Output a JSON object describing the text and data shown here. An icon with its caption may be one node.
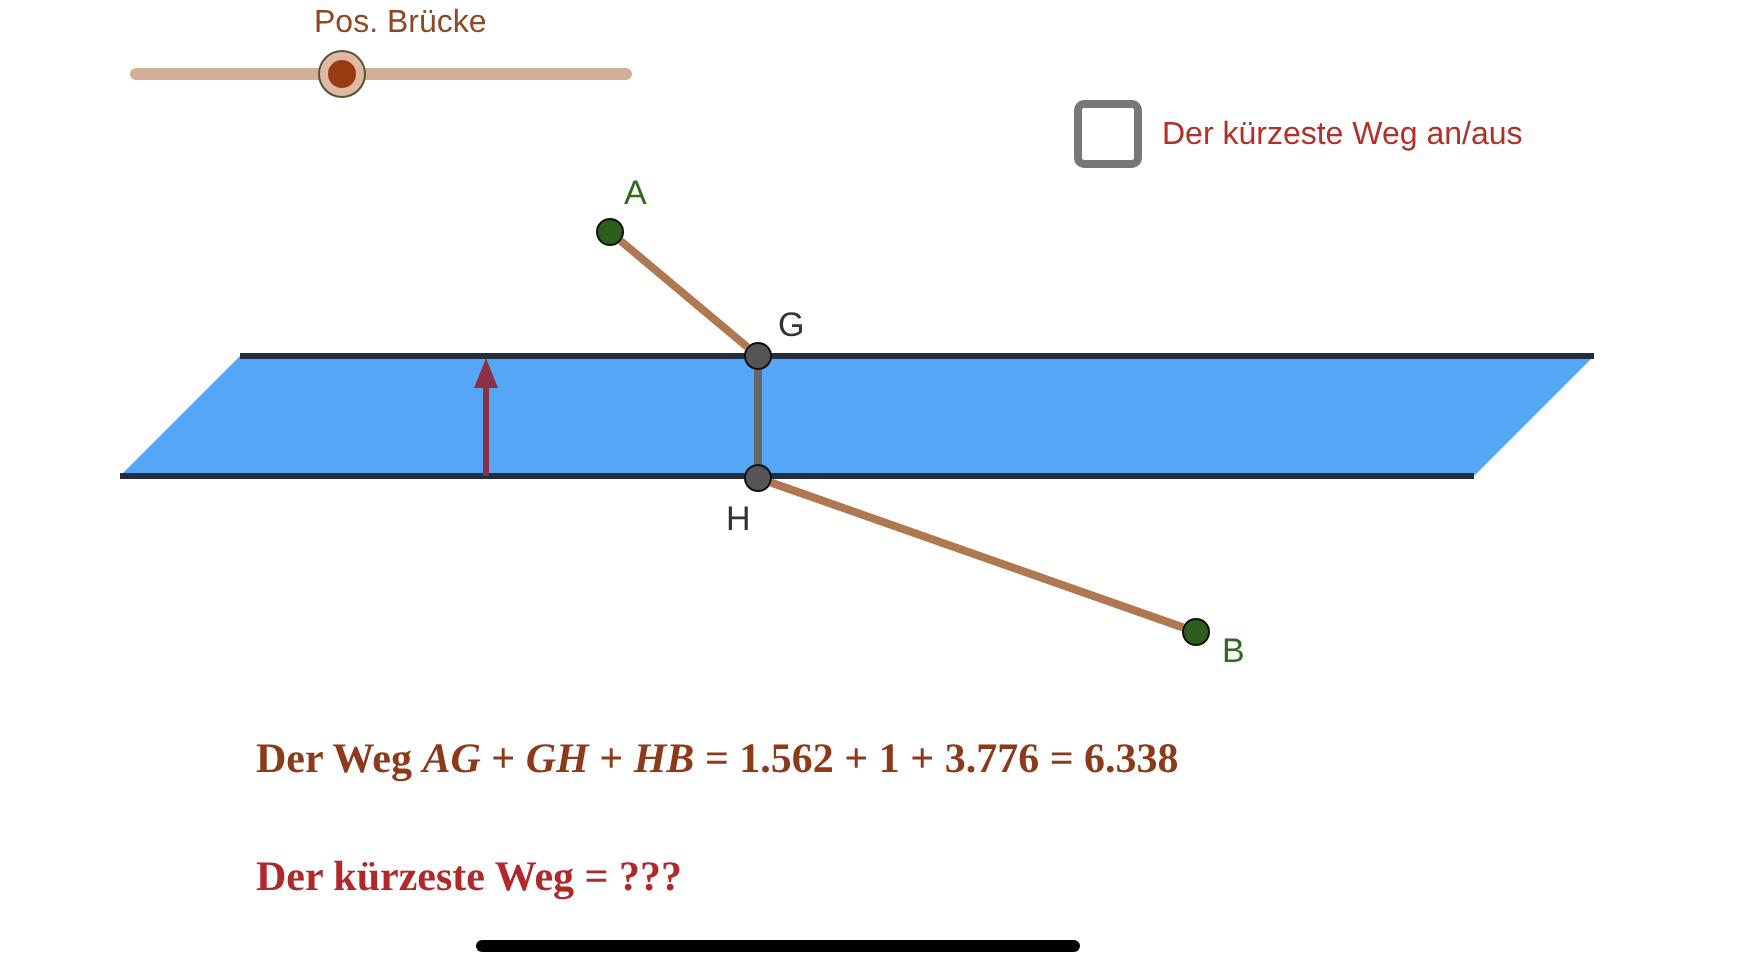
{
  "diagram": {
    "nodes": [
      {
        "text": [
          "A"
        ]
      },
      {
        "text": [
          "G"
        ]
      },
      {
        "text": [
          "H"
        ]
      },
      {
        "text": [
          "B"
        ]
      }
    ],
    "edges": [
      {
        "from": 0,
        "to": 1,
        "arrow": "none"
      },
      {
        "from": 1,
        "to": 2,
        "arrow": "none",
        "color": "#666666"
      },
      {
        "from": 2,
        "to": 3,
        "arrow": "none"
      }
    ],
    "labels": [
      "Pos. Brücke",
      "Der kürzeste Weg an/aus",
      "Der Weg *AG* + *GH* + *HB* = 1.562 + 1 + 3.776 = 6.338",
      "Der kürzeste Weg = ???"
    ]
  }
}
